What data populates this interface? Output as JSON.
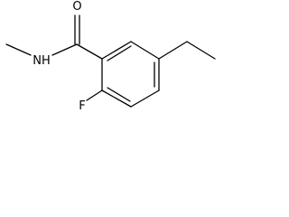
{
  "structure": {
    "atoms": {
      "oxygen": "O",
      "nitrogen_hydrogen": "NH",
      "fluorine": "F"
    }
  }
}
